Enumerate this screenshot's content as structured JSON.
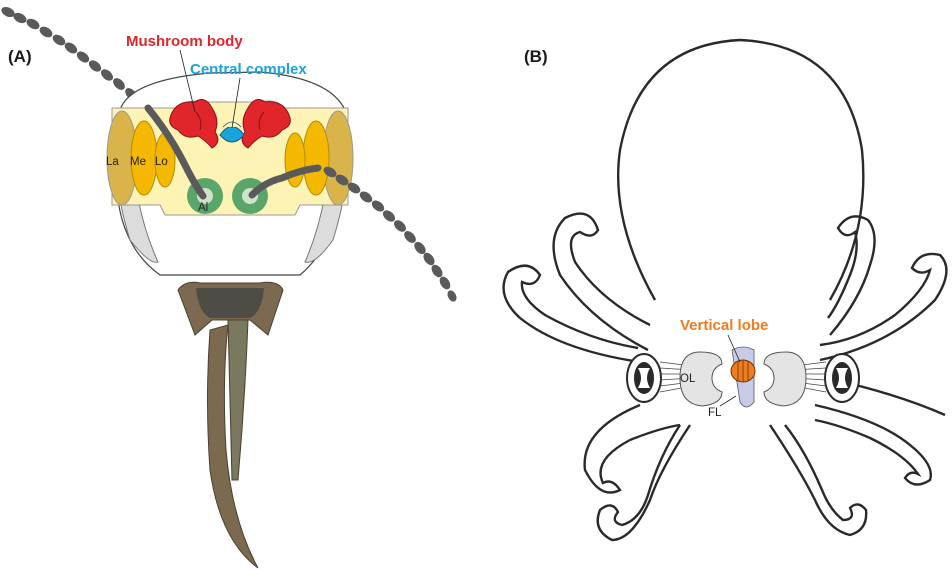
{
  "panel_a": {
    "label": "(A)",
    "callouts": {
      "mushroom_body": "Mushroom body",
      "central_complex": "Central complex"
    },
    "regions": {
      "la": "La",
      "me": "Me",
      "lo": "Lo",
      "al": "Al"
    }
  },
  "panel_b": {
    "label": "(B)",
    "callouts": {
      "vertical_lobe": "Vertical lobe"
    },
    "regions": {
      "ol": "OL",
      "fl": "FL"
    }
  },
  "colors": {
    "mushroom_body": "#e0262b",
    "central_complex": "#1aa3dc",
    "vertical_lobe": "#ef7c1f",
    "optic_lobe_insect": "#f5b800",
    "brain_fill": "#fdf3b5",
    "antennal_lobe": "#5aa66a",
    "antenna": "#5a5a5a",
    "mouthparts": "#7b6a4f",
    "octopus_outline": "#2a2a2a",
    "octopus_optic_lobe": "#e4e4e4"
  }
}
